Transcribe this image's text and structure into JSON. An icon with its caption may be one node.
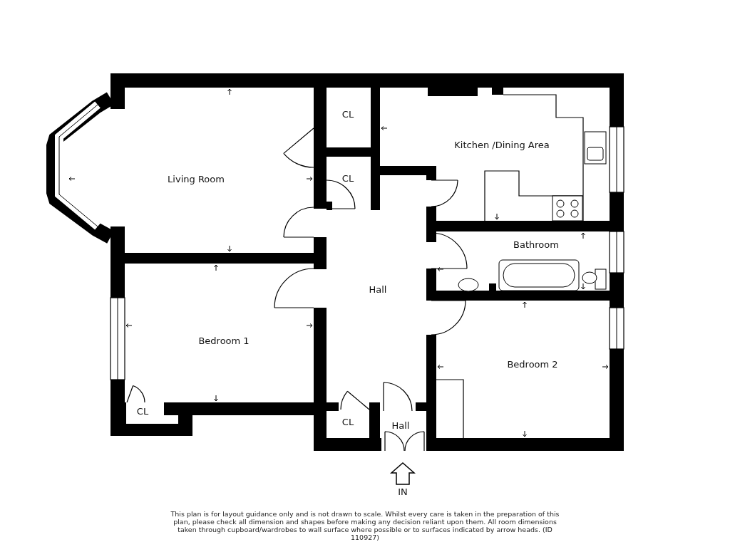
{
  "diagram": {
    "labels": [
      "CL",
      "Kitchen /Dining Area",
      "CL",
      "Living Room",
      "Bathroom",
      "Hall",
      "Bedroom 1",
      "Bedroom 2",
      "CL",
      "CL",
      "Hall",
      "IN",
      "This plan is for layout guidance only and is not drawn to scale. Whilst every care is taken in the preparation of this plan, please check all dimension and shapes before making any decision reliant upon them. All room dimensions taken through cupboard/wardrobes to wall surface where possible or to surfaces indicated by arrow heads. (ID 110927)"
    ]
  }
}
